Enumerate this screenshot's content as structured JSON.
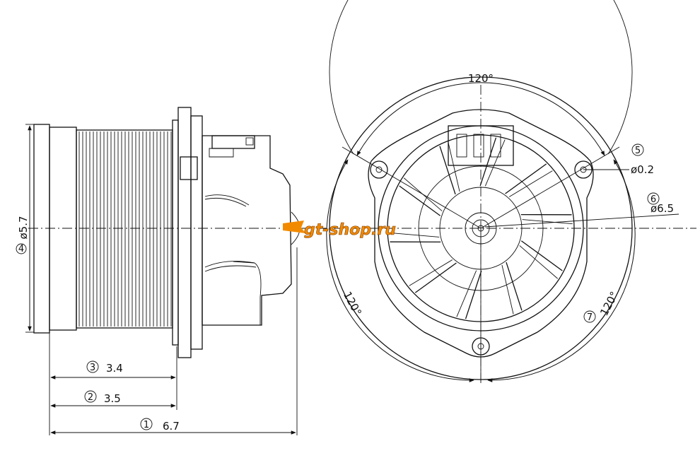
{
  "side_view": {
    "dimensions": [
      {
        "marker": "1",
        "value": "6.7"
      },
      {
        "marker": "2",
        "value": "3.5"
      },
      {
        "marker": "3",
        "value": "3.4"
      },
      {
        "marker": "4",
        "value": "ø5.7"
      }
    ]
  },
  "front_view": {
    "angles": {
      "top": "120°",
      "left": "120°",
      "right": "120°"
    },
    "callouts": [
      {
        "marker": "5",
        "value": "ø0.2"
      },
      {
        "marker": "6",
        "value": "ø6.5"
      },
      {
        "marker": "7",
        "value": ""
      }
    ]
  },
  "watermark": {
    "text": "gt-shop.ru",
    "color": "#f28a00"
  },
  "colors": {
    "line": "#111111",
    "background": "#ffffff"
  }
}
